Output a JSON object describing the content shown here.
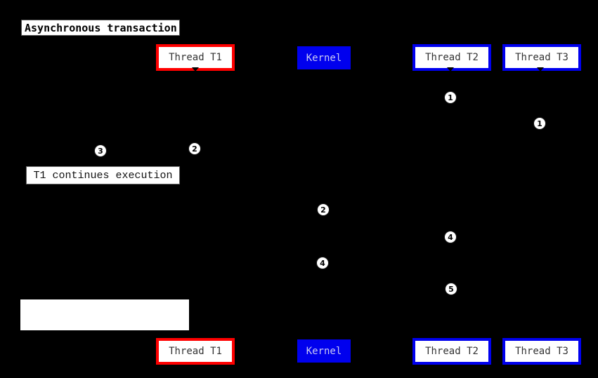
{
  "title": "Asynchronous transaction",
  "note": {
    "text": "T1 continues execution"
  },
  "lifelines": [
    {
      "id": "thread-t1",
      "label": "Thread T1",
      "style": "red-outline"
    },
    {
      "id": "kernel",
      "label": "Kernel",
      "style": "blue-fill"
    },
    {
      "id": "thread-t2",
      "label": "Thread T2",
      "style": "blue-outline"
    },
    {
      "id": "thread-t3",
      "label": "Thread T3",
      "style": "blue-outline"
    }
  ],
  "markers": [
    {
      "label": "1"
    },
    {
      "label": "1"
    },
    {
      "label": "2"
    },
    {
      "label": "3"
    },
    {
      "label": "2"
    },
    {
      "label": "4"
    },
    {
      "label": "4"
    },
    {
      "label": "5"
    }
  ],
  "colors": {
    "background": "#000000",
    "thread_t1_border": "#ff0000",
    "thread_border": "#0000ee",
    "kernel_fill": "#0000ee",
    "kernel_text": "#c9c9f2",
    "label_text": "#333333",
    "marker_fill": "#ffffff"
  }
}
